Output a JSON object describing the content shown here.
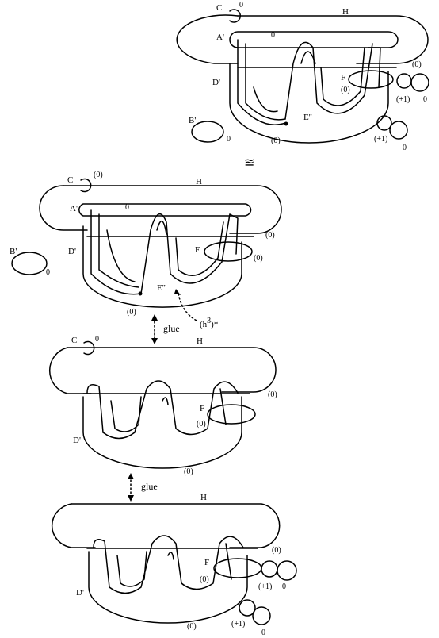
{
  "panel1": {
    "C": "C",
    "c_frame": "0",
    "H": "H",
    "A": "A'",
    "a_frame": "0",
    "D": "D'",
    "F": "F",
    "f_frame": "(0)",
    "h_frame": "(0)",
    "p1": "(+1)",
    "z1": "0",
    "p2": "(+1)",
    "z2": "0",
    "E": "E''",
    "B": "B'",
    "b_frame": "0",
    "d_frame": "(0)"
  },
  "sep": "≊",
  "panel2": {
    "C": "C",
    "c_frame": "(0)",
    "H": "H",
    "A": "A'",
    "a_frame": "0",
    "B": "B'",
    "b_frame": "0",
    "D": "D'",
    "F": "F",
    "f_frame": "(0)",
    "h_frame": "(0)",
    "E": "E''",
    "d_frame": "(0)",
    "h3": "(h",
    "h3_sup": "3",
    "h3_end": ")*"
  },
  "glue1": "glue",
  "panel3": {
    "C": "C",
    "c_frame": "0",
    "H": "H",
    "h_frame": "(0)",
    "F": "F",
    "f_frame": "(0)",
    "D": "D'",
    "d_frame": "(0)"
  },
  "glue2": "glue",
  "panel4": {
    "H": "H",
    "h_frame": "(0)",
    "F": "F",
    "f_frame": "(0)",
    "D": "D'",
    "p1": "(+1)",
    "z1": "0",
    "p2": "(+1)",
    "z2": "0",
    "d_frame": "(0)"
  }
}
